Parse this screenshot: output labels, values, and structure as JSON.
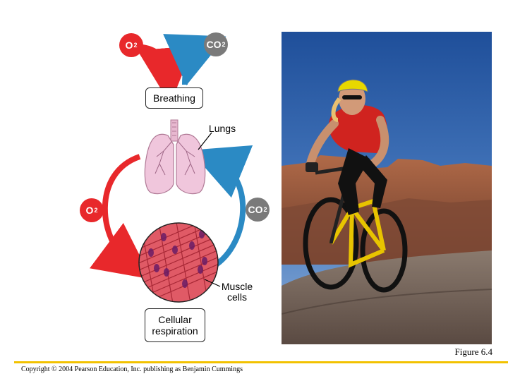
{
  "diagram": {
    "breathing_label": "Breathing",
    "lungs_label": "Lungs",
    "muscle_label_line1": "Muscle",
    "muscle_label_line2": "cells",
    "cellular_label_line1": "Cellular",
    "cellular_label_line2": "respiration",
    "o2_text": "O",
    "o2_sub": "2",
    "co2_text": "CO",
    "co2_sub": "2"
  },
  "colors": {
    "o2": "#e8282b",
    "co2": "#7a7a7a",
    "intake_arrow": "#e8282b",
    "exhale_arrow": "#2b8ac4",
    "accent_rule": "#f2c200"
  },
  "photo": {
    "subject": "cyclist-photo"
  },
  "footer": {
    "figure": "Figure 6.4",
    "copyright": "Copyright © 2004 Pearson Education, Inc. publishing as Benjamin Cummings"
  }
}
